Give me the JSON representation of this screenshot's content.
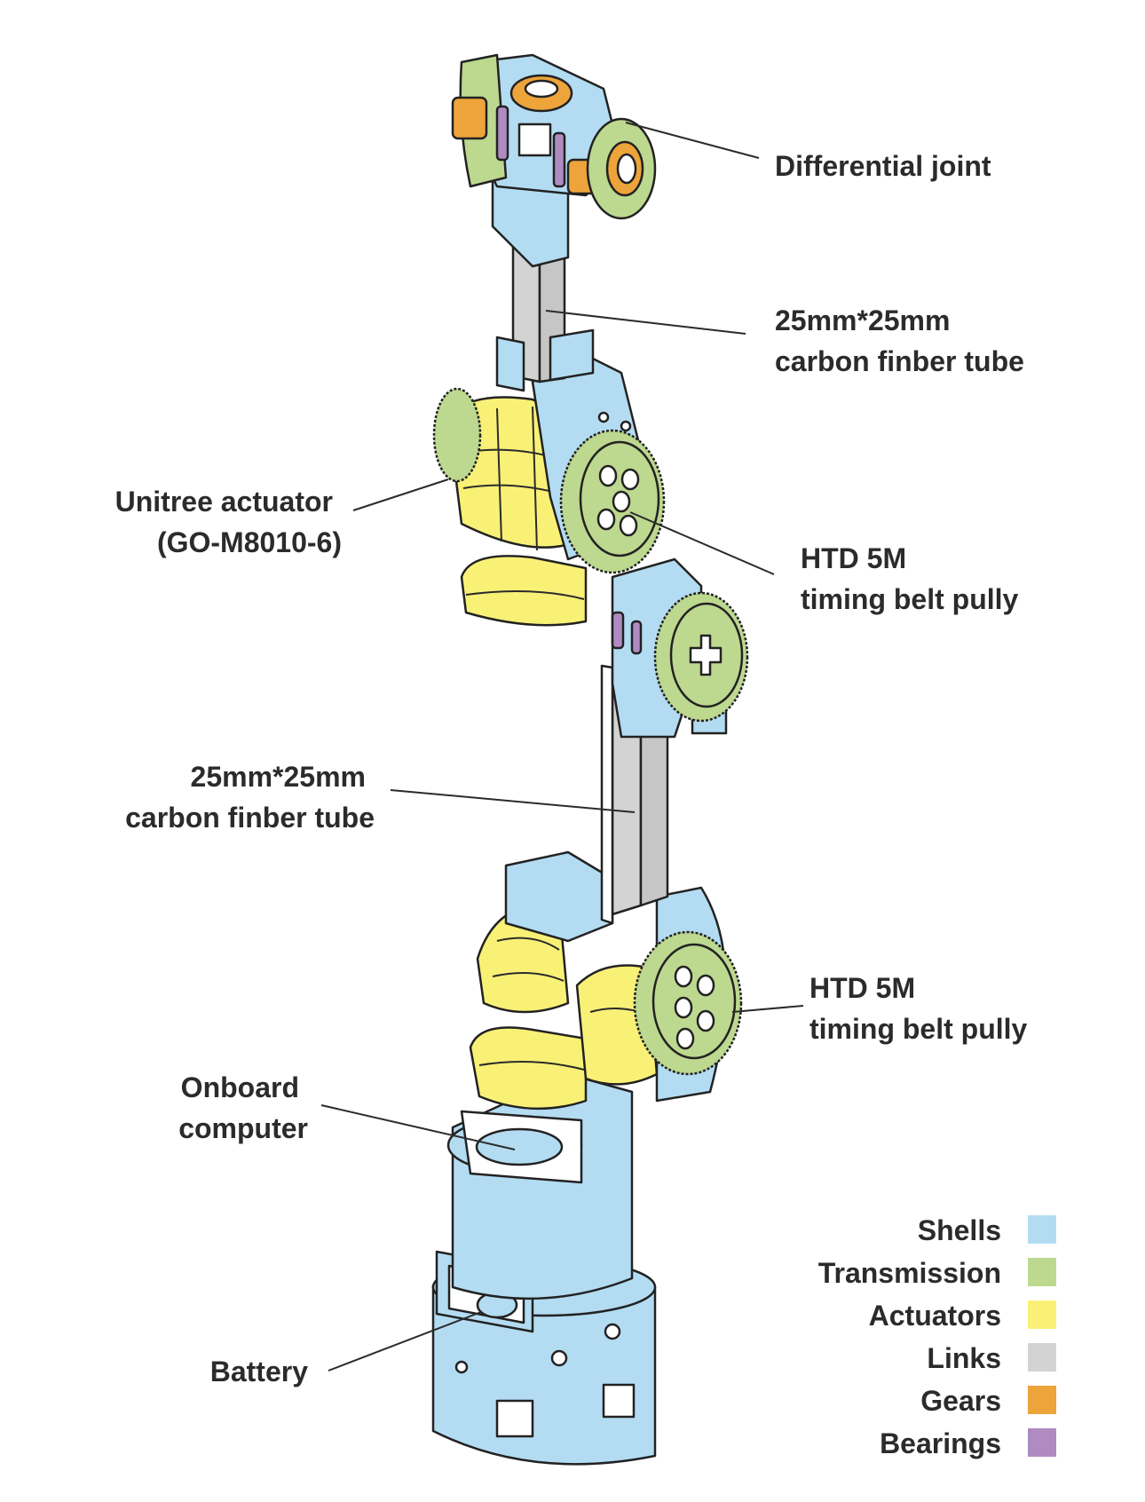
{
  "colors": {
    "shells": "#b3dcf2",
    "transmission": "#bdd88f",
    "actuators": "#f9f176",
    "links": "#d3d3d3",
    "gears": "#eda43b",
    "bearings": "#b08bc2",
    "outline": "#222222",
    "text": "#2b2b2b"
  },
  "labels": {
    "differential_joint": "Differential joint",
    "upper_tube_1": "25mm*25mm",
    "upper_tube_2": "carbon finber tube",
    "actuator_1": "Unitree actuator",
    "actuator_2": "(GO-M8010-6)",
    "pulley_upper_1": "HTD 5M",
    "pulley_upper_2": "timing belt pully",
    "lower_tube_1": "25mm*25mm",
    "lower_tube_2": "carbon finber tube",
    "pulley_lower_1": "HTD 5M",
    "pulley_lower_2": "timing belt pully",
    "computer_1": "Onboard",
    "computer_2": "computer",
    "battery": "Battery"
  },
  "legend": [
    {
      "label": "Shells",
      "color_key": "shells"
    },
    {
      "label": "Transmission",
      "color_key": "transmission"
    },
    {
      "label": "Actuators",
      "color_key": "actuators"
    },
    {
      "label": "Links",
      "color_key": "links"
    },
    {
      "label": "Gears",
      "color_key": "gears"
    },
    {
      "label": "Bearings",
      "color_key": "bearings"
    }
  ]
}
